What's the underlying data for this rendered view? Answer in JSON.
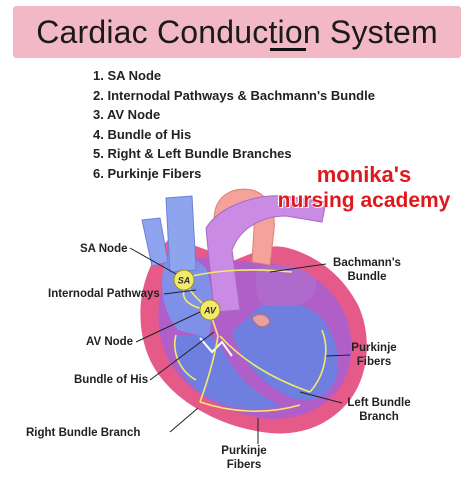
{
  "title": "Cardiac Conduction System",
  "steps": [
    "1. SA Node",
    "2. Internodal Pathways & Bachmann's Bundle",
    "3. AV Node",
    "4. Bundle of His",
    "5. Right & Left Bundle Branches",
    "6. Purkinje Fibers"
  ],
  "watermark": {
    "line1": "monika's",
    "line2": "nursing academy"
  },
  "labels": {
    "sa_node": "SA Node",
    "internodal": "Internodal Pathways",
    "av_node": "AV Node",
    "bundle_of_his": "Bundle of His",
    "right_bundle": "Right Bundle Branch",
    "bachmann_1": "Bachmann's",
    "bachmann_2": "Bundle",
    "purkinje_right_1": "Purkinje",
    "purkinje_right_2": "Fibers",
    "left_bundle_1": "Left Bundle",
    "left_bundle_2": "Branch",
    "purkinje_bottom_1": "Purkinje",
    "purkinje_bottom_2": "Fibers"
  },
  "node_marks": {
    "sa": "SA",
    "av": "AV"
  },
  "colors": {
    "title_bg": "#f2b8c6",
    "heart_outer": "#e65a8a",
    "heart_inner": "#b05fc9",
    "chamber": "#6f7fe0",
    "vessel_blue": "#8fa4ee",
    "aorta": "#f4a29a",
    "pulmonary": "#c98be3",
    "conduction": "#f1ea6a",
    "watermark": "#e0181e"
  }
}
